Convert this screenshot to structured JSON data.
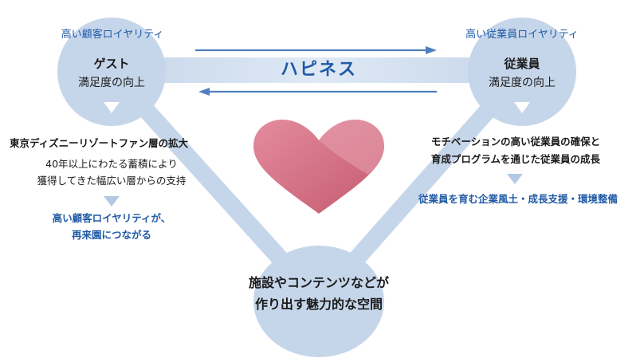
{
  "guest": {
    "loyalty_label": "高い顧客ロイヤリティ",
    "title": "ゲスト",
    "subtitle": "満足度の向上"
  },
  "employee": {
    "loyalty_label": "高い従業員ロイヤリティ",
    "title": "従業員",
    "subtitle": "満足度の向上"
  },
  "center": {
    "happiness": "ハピネス"
  },
  "space": {
    "line1": "施設やコンテンツなどが",
    "line2": "作り出す魅力的な空間"
  },
  "left_notes": {
    "heading": "東京ディズニーリゾートファン層の拡大",
    "body_line1": "40年以上にわたる蓄積により",
    "body_line2": "獲得してきた幅広い層からの支持",
    "result_line1": "高い顧客ロイヤリティが、",
    "result_line2": "再来園につながる"
  },
  "right_notes": {
    "heading_line1": "モチベーションの高い従業員の確保と",
    "heading_line2": "育成プログラムを通じた従業員の成長",
    "result": "従業員を育む企業風土・成長支援・環境整備"
  },
  "colors": {
    "light_blue": "#c6d6ea",
    "arrow_blue": "#4f7fbe",
    "text_blue": "#1f5aa6",
    "heart_pink": "#d06b7e",
    "heart_light": "#e59aa8",
    "triangle_blue": "#b3c9e3"
  }
}
